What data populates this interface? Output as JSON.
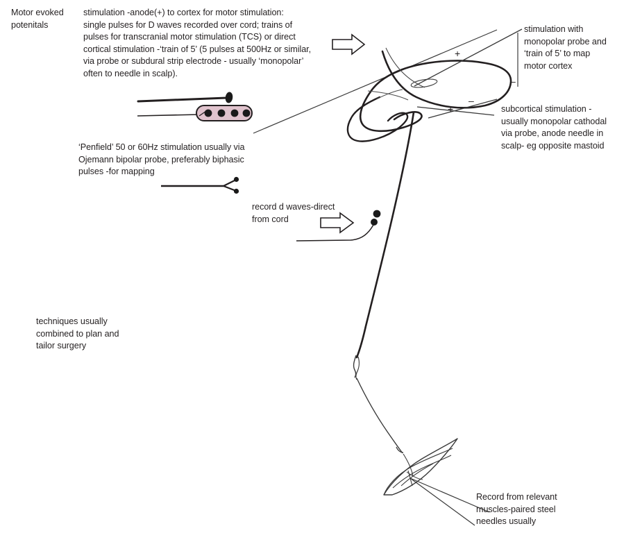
{
  "document": {
    "title": "Motor evoked potentials - intraoperative neuromonitoring techniques diagram",
    "background_color": "#ffffff",
    "ink_color": "#231f20"
  },
  "labels": {
    "title": "Motor evoked\npotenitals",
    "mep_main": "stimulation -anode(+) to cortex for motor stimulation:\nsingle pulses for D waves recorded over cord; trains of\npulses for transcranial motor stimulation (TCS) or direct\ncortical stimulation -‘train of 5’ (5 pulses at 500Hz or similar,\nvia probe or subdural strip electrode - usually ‘monopolar’\noften to needle in scalp).",
    "monopolar_map": "stimulation with\nmonopolar probe and\n‘train of 5’ to map\nmotor cortex",
    "subcortical": "subcortical stimulation -\nusually monopolar cathodal\nvia probe, anode needle in\nscalp- eg opposite mastoid",
    "penfield": "‘Penfield’ 50 or 60Hz stimulation usually via\nOjemann bipolar probe, preferably biphasic\npulses -for mapping",
    "record_d_waves": "record d waves-direct\nfrom cord",
    "techniques": "techniques usually\ncombined to plan and\ntailor surgery",
    "record_muscles": "Record from relevant\nmuscles-paired steel\nneedles usually"
  },
  "polarity_marks": {
    "cortical_anode": "+",
    "cortical_cathode": "–",
    "subcortical_cathode": "–",
    "subcortical_anode": "+"
  },
  "figure": {
    "strip_electrode": {
      "name": "subdural strip electrode",
      "fill_color": "#e0c3cd",
      "outline_color": "#231f20",
      "contact_color": "#1a1a1a",
      "contact_count": 4
    },
    "monopolar_needle": {
      "name": "monopolar needle electrode",
      "tip_color": "#231f20"
    },
    "bipolar_probe": {
      "name": "Ojemann bipolar probe",
      "tip_count": 2,
      "tip_color": "#231f20"
    },
    "cord_electrode": {
      "name": "d-wave recording electrode over cord",
      "contact_count": 2,
      "contact_color": "#1a1a1a"
    },
    "anatomy": [
      "brain / cortex outline",
      "spinal cord",
      "peripheral nerve",
      "target muscle with paired steel needles"
    ],
    "arrows": [
      {
        "name": "arrow-to-cortex",
        "direction": "right"
      },
      {
        "name": "arrow-to-cord",
        "direction": "right"
      }
    ]
  }
}
